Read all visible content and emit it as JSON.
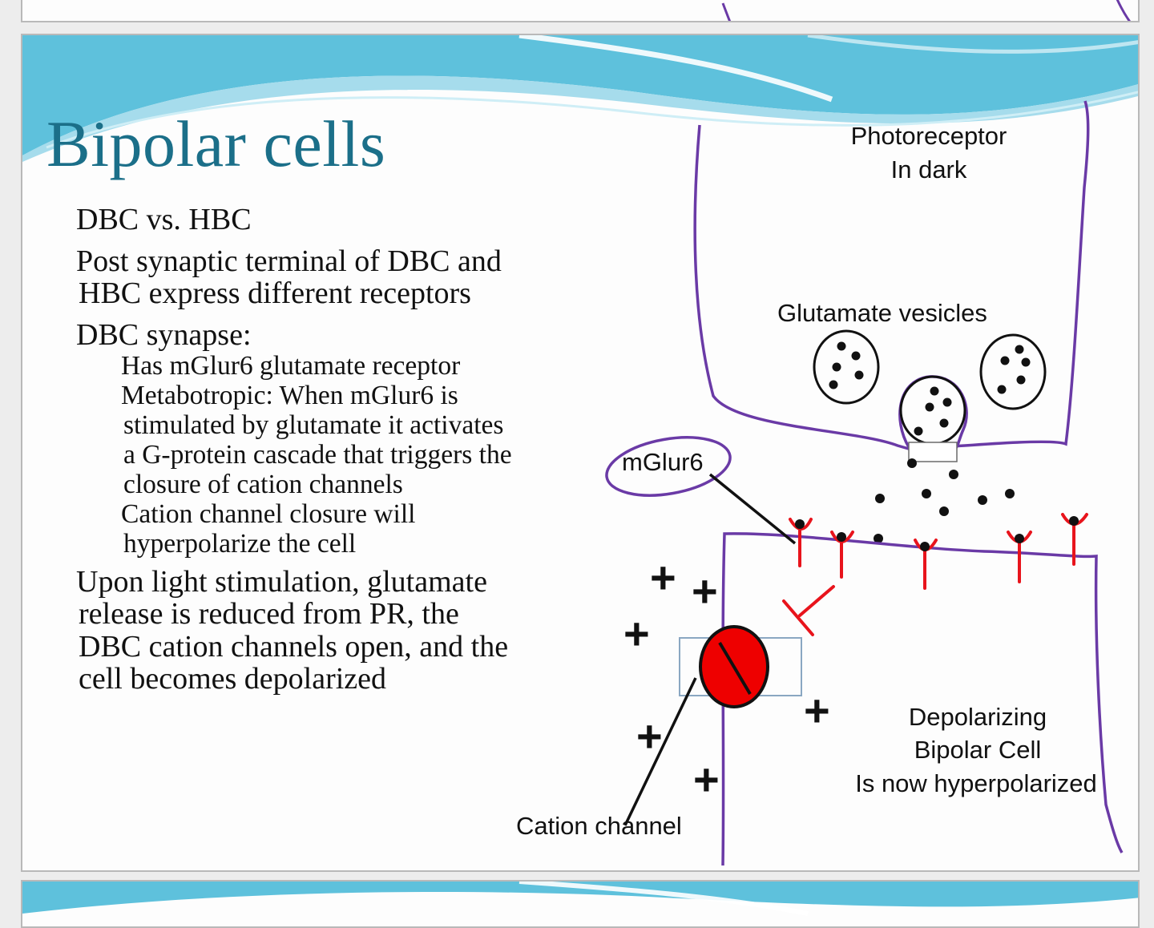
{
  "slide": {
    "title": "Bipolar cells",
    "bullets": {
      "b1": "DBC vs. HBC",
      "b2_line1": "Post synaptic terminal of DBC and",
      "b2_line2": "HBC express different receptors",
      "b3": "DBC synapse:",
      "sub1": "Has mGlur6 glutamate receptor",
      "sub2_line1": "Metabotropic: When mGlur6 is",
      "sub2_line2": "stimulated by glutamate it activates",
      "sub2_line3": "a G-protein cascade that triggers the",
      "sub2_line4": "closure of cation channels",
      "sub3_line1": "Cation channel closure will",
      "sub3_line2": "hyperpolarize the cell",
      "b4_line1": "Upon light stimulation, glutamate",
      "b4_line2": "release is reduced from PR, the",
      "b4_line3": "DBC cation channels open, and the",
      "b4_line4": "cell becomes depolarized"
    }
  },
  "diagram": {
    "photoreceptor_line1": "Photoreceptor",
    "photoreceptor_line2": "In dark",
    "vesicles_label": "Glutamate vesicles",
    "receptor_label": "mGlur6",
    "channel_label": "Cation channel",
    "bipolar_line1": "Depolarizing",
    "bipolar_line2": "Bipolar Cell",
    "bipolar_line3": "Is now hyperpolarized",
    "plus_sign": "+",
    "colors": {
      "membrane": "#6a3aa6",
      "receptor": "#e8141c",
      "channel": "#ee0000",
      "title": "#1b6f89",
      "wave": "#62c3de"
    }
  }
}
